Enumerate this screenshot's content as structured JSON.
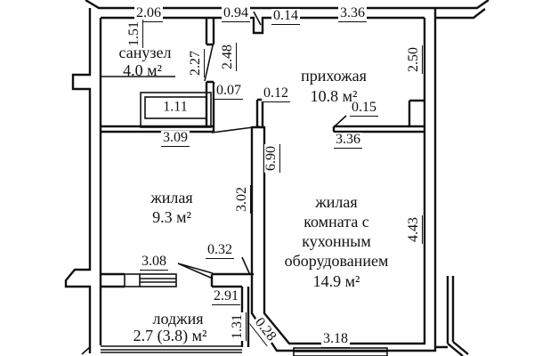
{
  "drawing_title": "apartment floor plan",
  "colors": {
    "line": "#111111",
    "background": "#ffffff"
  },
  "rooms": {
    "bathroom": {
      "name": "санузел",
      "area": "4.0 м²"
    },
    "hallway": {
      "name": "прихожая",
      "area": "10.8 м²"
    },
    "living": {
      "name": "жилая",
      "area": "9.3 м²"
    },
    "kitchen_living": {
      "lines": [
        "жилая",
        "комната с",
        "кухонным",
        "оборудованием"
      ],
      "area": "14.9 м²"
    },
    "loggia": {
      "name": "лоджия",
      "area": "2.7 (3.8) м²"
    }
  },
  "dimensions": {
    "bath_top_width": "2.06",
    "corridor_top_width": "0.94",
    "top_niche": "0.14",
    "hall_top_width": "3.36",
    "bath_left_height": "1.51",
    "bath_right_height": "2.27",
    "corridor_height": "2.48",
    "hall_right_height": "2.50",
    "wall_jog": "0.07",
    "wall_stub": "0.12",
    "bath_fixture_width": "1.11",
    "hall_step": "0.15",
    "living_top_width": "3.09",
    "kitchen_top_width": "3.36",
    "total_inner_height": "6.90",
    "living_right_height": "3.02",
    "kitchen_right_height": "4.43",
    "loggia_door_wall": "0.32",
    "loggia_top_width": "3.08",
    "loggia_inner_width": "2.91",
    "loggia_inner_height": "1.31",
    "corner_chamfer": "0.28",
    "kitchen_window_width": "3.18"
  }
}
